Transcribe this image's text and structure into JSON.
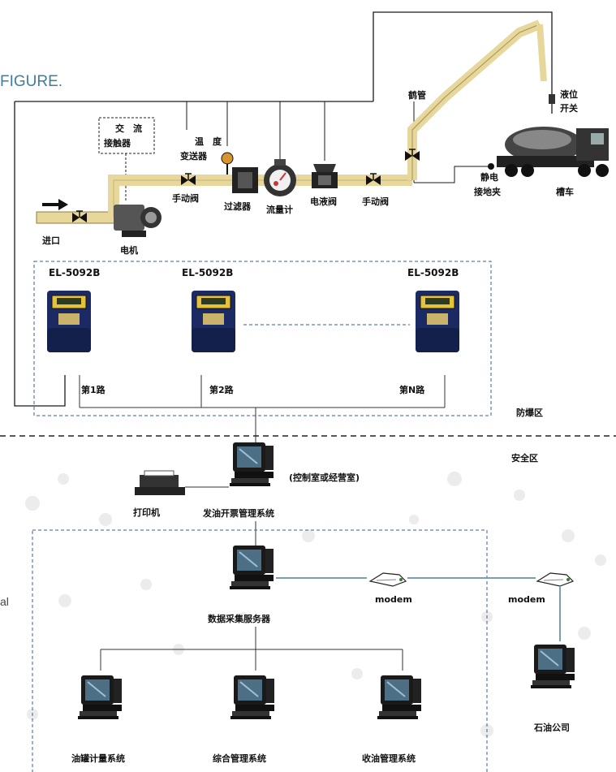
{
  "header": {
    "figure_word": "FIGURE."
  },
  "side_fragment": "al",
  "pipeline": {
    "contactor": [
      "交　流",
      "接触器"
    ],
    "temp_transmitter": [
      "温　度",
      "变送器"
    ],
    "inlet": "进口",
    "motor": "电机",
    "manual_valve_1": "手动阀",
    "filter": "过滤器",
    "flow_meter": "流量计",
    "solenoid_valve": "电液阀",
    "manual_valve_2": "手动阀",
    "crane_pipe": "鹤管",
    "level_switch": [
      "液位",
      "开关"
    ],
    "static_clamp": [
      "静电",
      "接地夹"
    ],
    "tanker": "槽车"
  },
  "controllers": {
    "model": "EL-5092B",
    "routes": [
      "第1路",
      "第2路",
      "第N路"
    ]
  },
  "zones": {
    "explosion_proof": "防爆区",
    "safe": "安全区"
  },
  "control": {
    "room_note": "(控制室或经营室)",
    "printer": "打印机",
    "ticket_system": "发油开票管理系统"
  },
  "network": {
    "data_server": "数据采集服务器",
    "modem_left": "modem",
    "modem_right": "modem",
    "oil_company": "石油公司",
    "tank_metering": "油罐计量系统",
    "integrated_mgmt": "综合管理系统",
    "receiving_mgmt": "收油管理系统"
  },
  "colors": {
    "figure_text": "#3a7ea1",
    "controller_body": "#1b2a63",
    "controller_panel": "#e6c23a",
    "dash_line": "#3a5d9a",
    "pipe": "#e8d79b",
    "bus_line": "#7a9fb4"
  },
  "icons": [
    "valve-icon",
    "motor-icon",
    "filter-icon",
    "flow-meter-icon",
    "crane-pipe-icon",
    "tanker-icon",
    "printer-icon",
    "computer-icon",
    "modem-icon",
    "arrow-right-icon",
    "controller-icon"
  ]
}
